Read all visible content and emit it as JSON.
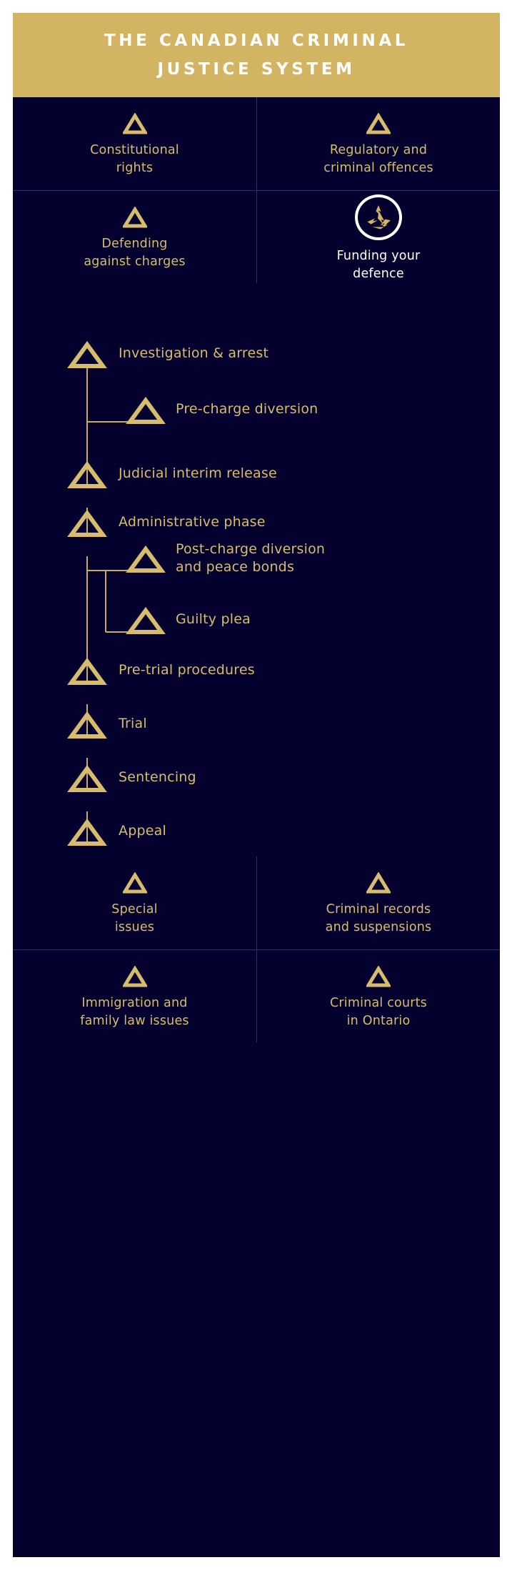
{
  "colors": {
    "gold": "#d2b463",
    "gold_text": "#d8bc6e",
    "navy": "#04012e",
    "divider": "#2b3168",
    "white": "#ffffff"
  },
  "header": {
    "title": "THE CANADIAN CRIMINAL\nJUSTICE SYSTEM"
  },
  "top_grid": {
    "items": [
      {
        "label": "Constitutional\nrights",
        "icon": "triangle-outline-icon",
        "highlighted": false
      },
      {
        "label": "Regulatory and\ncriminal offences",
        "icon": "triangle-outline-icon",
        "highlighted": false
      },
      {
        "label": "Defending\nagainst charges",
        "icon": "triangle-outline-icon",
        "highlighted": false
      },
      {
        "label": "Funding your\ndefence",
        "icon": "trillium-logo-icon",
        "highlighted": true
      }
    ]
  },
  "flow": {
    "nodes": [
      {
        "label": "Investigation & arrest",
        "level": "main"
      },
      {
        "label": "Pre-charge diversion",
        "level": "branch"
      },
      {
        "label": "Judicial interim release",
        "level": "main"
      },
      {
        "label": "Administrative phase",
        "level": "main"
      },
      {
        "label": "Post-charge diversion\nand peace bonds",
        "level": "branch"
      },
      {
        "label": "Guilty plea",
        "level": "branch"
      },
      {
        "label": "Pre-trial procedures",
        "level": "main"
      },
      {
        "label": "Trial",
        "level": "main"
      },
      {
        "label": "Sentencing",
        "level": "main"
      },
      {
        "label": "Appeal",
        "level": "main"
      }
    ]
  },
  "bottom_grid": {
    "items": [
      {
        "label": "Special\nissues",
        "icon": "triangle-outline-icon",
        "highlighted": false
      },
      {
        "label": "Criminal records\nand suspensions",
        "icon": "triangle-outline-icon",
        "highlighted": false
      },
      {
        "label": "Immigration and\nfamily law issues",
        "icon": "triangle-outline-icon",
        "highlighted": false
      },
      {
        "label": "Criminal courts\nin Ontario",
        "icon": "triangle-outline-icon",
        "highlighted": false
      }
    ]
  }
}
